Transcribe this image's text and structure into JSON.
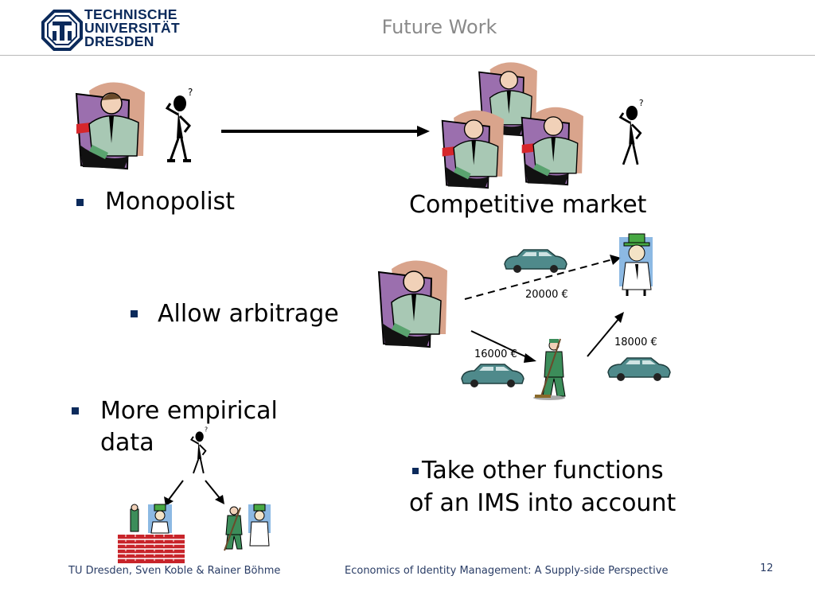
{
  "header": {
    "title": "Future Work",
    "logo_lines": [
      "TECHNISCHE",
      "UNIVERSITÄT",
      "DRESDEN"
    ]
  },
  "bullets": {
    "monopolist": "Monopolist",
    "arbitrage": "Allow arbitrage",
    "empirical_line1": "More empirical",
    "empirical_line2": "data",
    "functions_line1": "Take other functions",
    "functions_line2": "of an IMS into account"
  },
  "labels": {
    "competitive_market": "Competitive market",
    "price_top": "20000 €",
    "price_left": "16000 €",
    "price_right": "18000 €"
  },
  "footer": {
    "authors": "TU Dresden, Sven Koble & Rainer Böhme",
    "talk_title": "Economics of Identity Management: A Supply-side Perspective",
    "page_number": "12"
  },
  "colors": {
    "accent": "#0b2a5b",
    "car": "#4f8a8b",
    "figure_green": "#3c8d5a",
    "brick": "#c8242a"
  },
  "icons": [
    "university-logo-icon",
    "businessman-icon",
    "stick-figure-icon",
    "car-icon",
    "leprechaun-icon",
    "sweeper-icon",
    "brick-wall-icon"
  ]
}
